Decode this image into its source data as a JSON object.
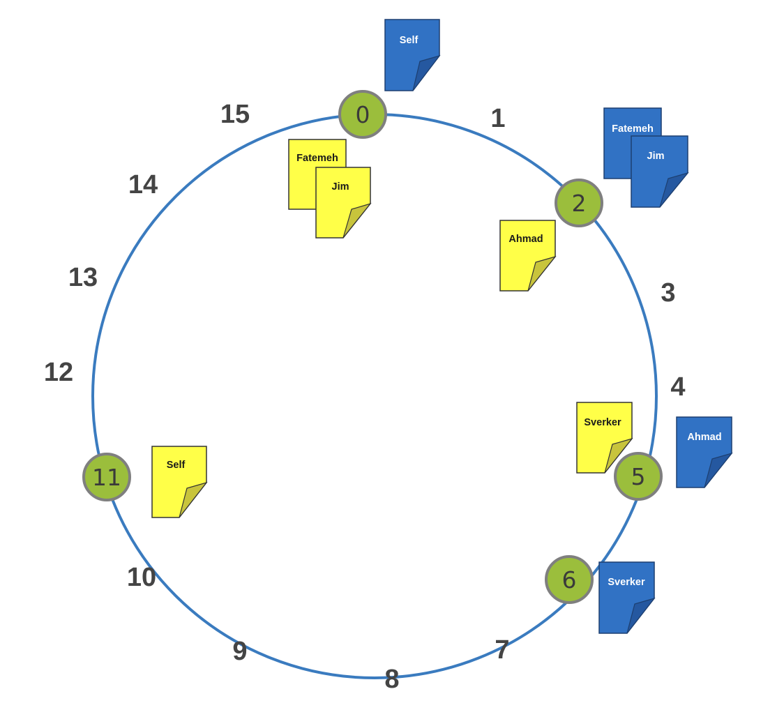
{
  "diagram": {
    "ring_color": "#3a7bbf",
    "node_fill": "#9bbe3c",
    "node_stroke": "#7f7f7f",
    "yellow_doc": {
      "fill": "#ffff48",
      "fold": "#c8c43c",
      "text": "#1a1a1a"
    },
    "blue_doc": {
      "fill": "#3172c4",
      "fold": "#2558a0",
      "text": "#ffffff"
    },
    "positions": [
      "15",
      "1",
      "14",
      "3",
      "13",
      "12",
      "4",
      "10",
      "9",
      "8",
      "7"
    ],
    "nodes": [
      "0",
      "2",
      "5",
      "6",
      "11"
    ],
    "yellow_documents": [
      "Fatemeh",
      "Jim",
      "Ahmad",
      "Sverker",
      "Self"
    ],
    "blue_documents": [
      "Self",
      "Fatemeh",
      "Jim",
      "Ahmad",
      "Sverker"
    ]
  }
}
